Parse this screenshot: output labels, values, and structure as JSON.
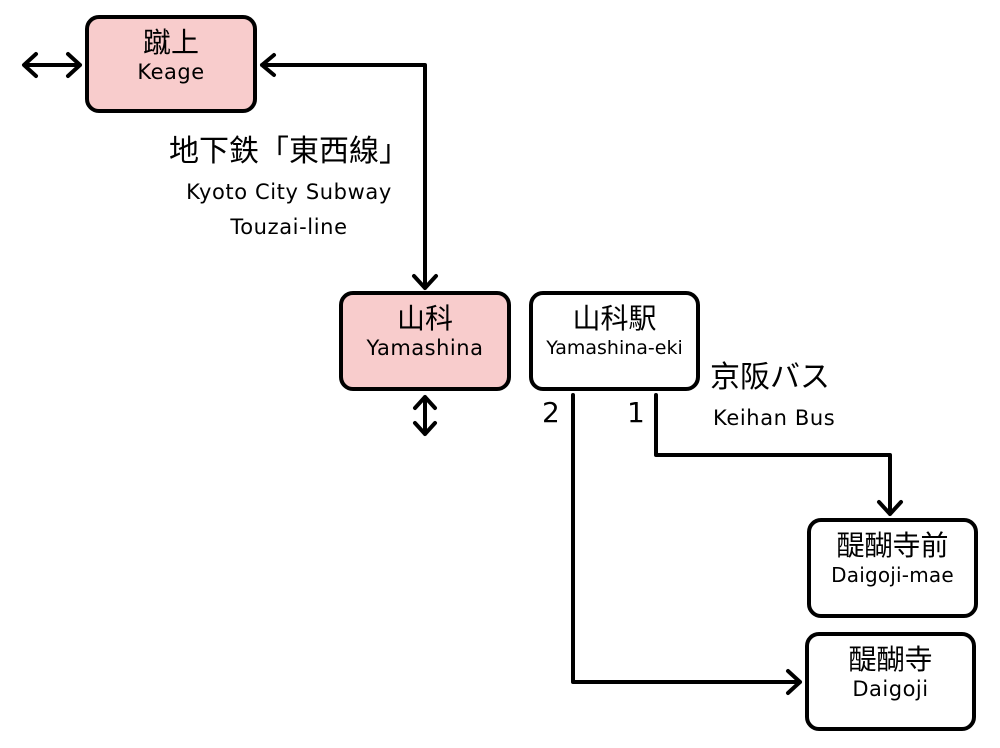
{
  "stations": {
    "keage": {
      "ja": "蹴上",
      "en": "Keage"
    },
    "yamashina": {
      "ja": "山科",
      "en": "Yamashina"
    },
    "yamashina_eki": {
      "ja": "山科駅",
      "en": "Yamashina-eki"
    },
    "daigoji_mae": {
      "ja": "醍醐寺前",
      "en": "Daigoji-mae"
    },
    "daigoji": {
      "ja": "醍醐寺",
      "en": "Daigoji"
    }
  },
  "lines": {
    "subway": {
      "ja": "地下鉄「東西線」",
      "en_1": "Kyoto City Subway",
      "en_2": "Touzai-line"
    },
    "bus": {
      "ja": "京阪バス",
      "en": "Keihan Bus"
    }
  },
  "bus_stops": {
    "stop_1": "1",
    "stop_2": "2"
  },
  "colors": {
    "subway_station": "#f8cccc",
    "bus_station": "#ffffff",
    "line": "#000000"
  }
}
